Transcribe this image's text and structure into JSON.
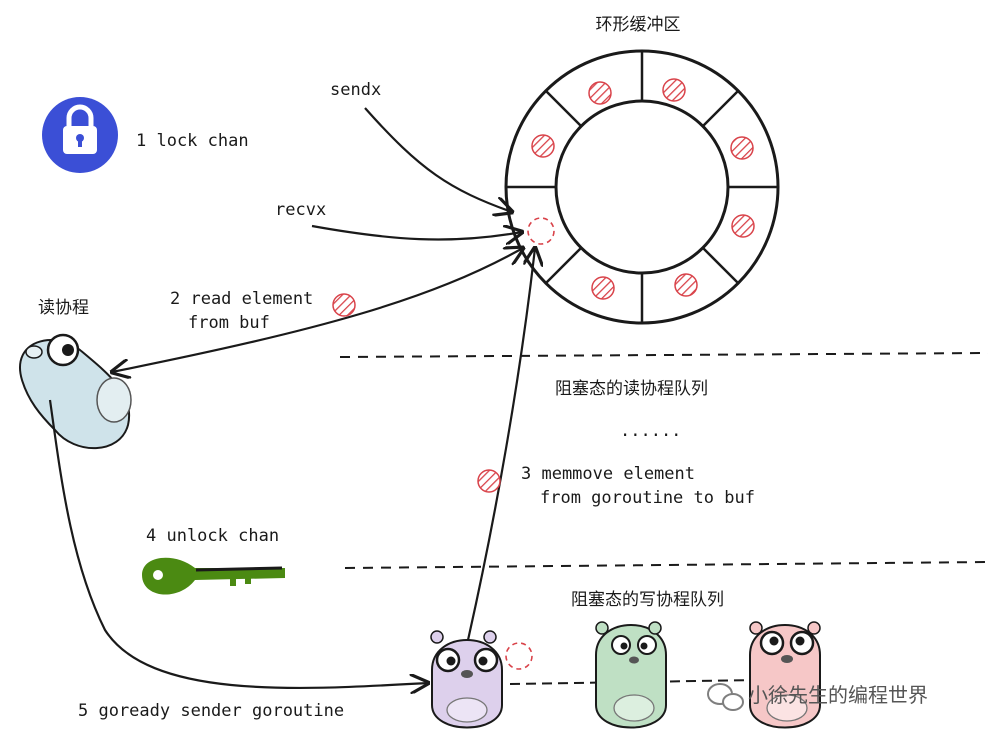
{
  "title": "环形缓冲区",
  "labels": {
    "sendx": "sendx",
    "recvx": "recvx",
    "step1": "1 lock chan",
    "step2_line1": "2 read element",
    "step2_line2": "from buf",
    "step3_line1": "3 memmove element",
    "step3_line2": "from goroutine to buf",
    "step4": "4 unlock chan",
    "step5": "5 goready sender goroutine",
    "reader": "读协程",
    "recv_queue": "阻塞态的读协程队列",
    "ellipsis": "......",
    "send_queue": "阻塞态的写协程队列",
    "watermark": "小徐先生的编程世界"
  },
  "colors": {
    "lock": "#3b4fd6",
    "key": "#4b8a12",
    "element": "#d9434a",
    "gopher_reader": "#cfe3ea",
    "gopher_purple": "#ddd0ec",
    "gopher_green": "#bfe0c4",
    "gopher_pink": "#f6c7c7"
  },
  "icons": {
    "lock": "lock-icon",
    "key": "key-icon",
    "wechat": "wechat-icon"
  }
}
